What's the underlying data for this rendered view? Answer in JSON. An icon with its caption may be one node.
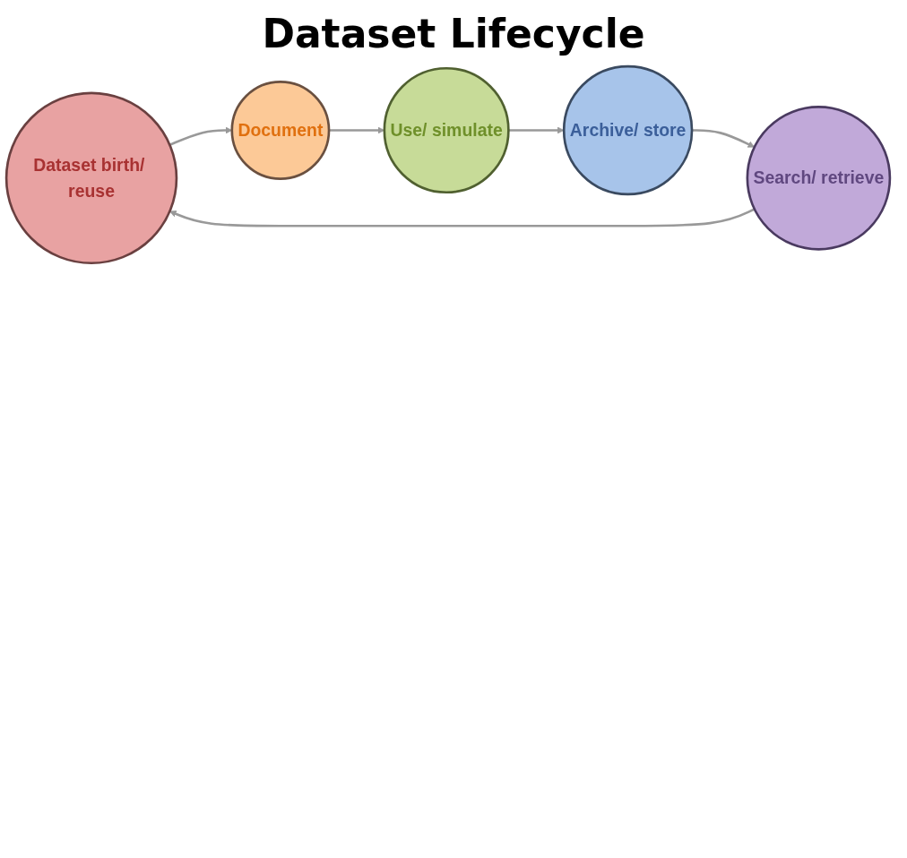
{
  "diagram": {
    "title": "Dataset Lifecycle",
    "nodes": [
      {
        "text": [
          "Dataset birth/ reuse"
        ]
      },
      {
        "text": [
          "Document"
        ]
      },
      {
        "text": [
          "Use/ simulate"
        ]
      },
      {
        "text": [
          "Archive/ store"
        ]
      },
      {
        "text": [
          "Search/ retrieve"
        ]
      }
    ],
    "edges": [
      {
        "from": 0,
        "to": 1,
        "arrow": "to"
      },
      {
        "from": 1,
        "to": 2,
        "arrow": "to"
      },
      {
        "from": 2,
        "to": 3,
        "arrow": "to"
      },
      {
        "from": 3,
        "to": 4,
        "arrow": "to"
      },
      {
        "from": 4,
        "to": 0,
        "arrow": "to"
      }
    ]
  }
}
